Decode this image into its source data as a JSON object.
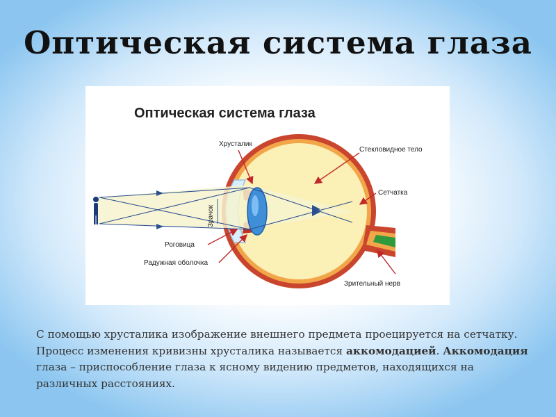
{
  "slide": {
    "title": "Оптическая система глаза"
  },
  "figure": {
    "title": "Оптическая система глаза",
    "labels": {
      "lens": "Хрусталик",
      "vitreous": "Стекловидное тело",
      "retina": "Сетчатка",
      "pupil": "Зрачок",
      "cornea": "Роговица",
      "iris": "Радужная оболочка",
      "optic_nerve": "Зрительный нерв"
    }
  },
  "caption": {
    "part1": "С помощью хрусталика изображение внешнего предмета проецируется на сетчатку. Процесс изменения кривизны хрусталика называется ",
    "term1": "аккомодацией",
    "part2": ". ",
    "term2": "Аккомодация",
    "part3": " глаза – приспособление глаза к ясному видению предметов, находящихся на различных расстояниях."
  }
}
